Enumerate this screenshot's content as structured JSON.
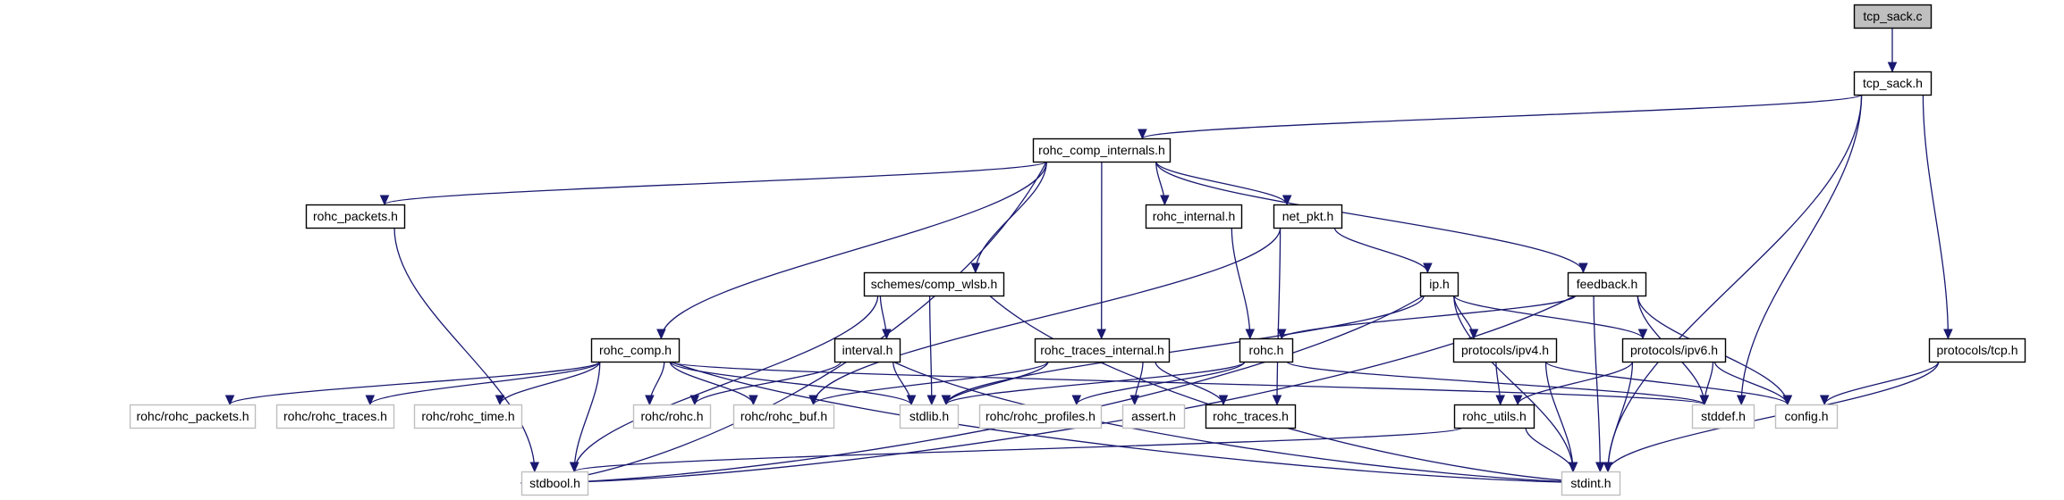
{
  "graph": {
    "title": "Include dependency graph for tcp_sack.c",
    "colors": {
      "edge": "#191970",
      "root_fill": "#bfbfbf",
      "documented_border": "#000000",
      "external_border": "#bfbfbf"
    },
    "nodes": [
      {
        "id": "tcp_sack_c",
        "label": "tcp_sack.c",
        "kind": "root"
      },
      {
        "id": "tcp_sack_h",
        "label": "tcp_sack.h",
        "kind": "documented"
      },
      {
        "id": "rohc_comp_internals_h",
        "label": "rohc_comp_internals.h",
        "kind": "documented"
      },
      {
        "id": "rohc_packets_h",
        "label": "rohc_packets.h",
        "kind": "documented"
      },
      {
        "id": "rohc_internal_h",
        "label": "rohc_internal.h",
        "kind": "documented"
      },
      {
        "id": "net_pkt_h",
        "label": "net_pkt.h",
        "kind": "documented"
      },
      {
        "id": "schemes_comp_wlsb_h",
        "label": "schemes/comp_wlsb.h",
        "kind": "documented"
      },
      {
        "id": "ip_h",
        "label": "ip.h",
        "kind": "documented"
      },
      {
        "id": "feedback_h",
        "label": "feedback.h",
        "kind": "documented"
      },
      {
        "id": "rohc_comp_h",
        "label": "rohc_comp.h",
        "kind": "documented"
      },
      {
        "id": "interval_h",
        "label": "interval.h",
        "kind": "documented"
      },
      {
        "id": "rohc_traces_internal_h",
        "label": "rohc_traces_internal.h",
        "kind": "documented"
      },
      {
        "id": "rohc_h",
        "label": "rohc.h",
        "kind": "documented"
      },
      {
        "id": "protocols_ipv4_h",
        "label": "protocols/ipv4.h",
        "kind": "documented"
      },
      {
        "id": "protocols_ipv6_h",
        "label": "protocols/ipv6.h",
        "kind": "documented"
      },
      {
        "id": "protocols_tcp_h",
        "label": "protocols/tcp.h",
        "kind": "documented"
      },
      {
        "id": "rohc_rohc_packets_h",
        "label": "rohc/rohc_packets.h",
        "kind": "external"
      },
      {
        "id": "rohc_rohc_traces_h",
        "label": "rohc/rohc_traces.h",
        "kind": "external"
      },
      {
        "id": "rohc_rohc_time_h",
        "label": "rohc/rohc_time.h",
        "kind": "external"
      },
      {
        "id": "rohc_rohc_h",
        "label": "rohc/rohc.h",
        "kind": "external"
      },
      {
        "id": "rohc_rohc_buf_h",
        "label": "rohc/rohc_buf.h",
        "kind": "external"
      },
      {
        "id": "stdlib_h",
        "label": "stdlib.h",
        "kind": "external"
      },
      {
        "id": "rohc_rohc_profiles_h",
        "label": "rohc/rohc_profiles.h",
        "kind": "external"
      },
      {
        "id": "assert_h",
        "label": "assert.h",
        "kind": "external"
      },
      {
        "id": "rohc_traces_h",
        "label": "rohc_traces.h",
        "kind": "documented"
      },
      {
        "id": "rohc_utils_h",
        "label": "rohc_utils.h",
        "kind": "documented"
      },
      {
        "id": "stddef_h",
        "label": "stddef.h",
        "kind": "external"
      },
      {
        "id": "config_h",
        "label": "config.h",
        "kind": "external"
      },
      {
        "id": "stdbool_h",
        "label": "stdbool.h",
        "kind": "external"
      },
      {
        "id": "stdint_h",
        "label": "stdint.h",
        "kind": "external"
      }
    ],
    "edges": [
      [
        "tcp_sack_c",
        "tcp_sack_h"
      ],
      [
        "tcp_sack_h",
        "rohc_comp_internals_h"
      ],
      [
        "tcp_sack_h",
        "stddef_h"
      ],
      [
        "tcp_sack_h",
        "protocols_tcp_h"
      ],
      [
        "tcp_sack_h",
        "stdint_h"
      ],
      [
        "rohc_comp_internals_h",
        "stdbool_h"
      ],
      [
        "rohc_comp_internals_h",
        "rohc_packets_h"
      ],
      [
        "rohc_comp_internals_h",
        "rohc_comp_h"
      ],
      [
        "rohc_comp_internals_h",
        "schemes_comp_wlsb_h"
      ],
      [
        "rohc_comp_internals_h",
        "rohc_traces_internal_h"
      ],
      [
        "rohc_comp_internals_h",
        "rohc_internal_h"
      ],
      [
        "rohc_comp_internals_h",
        "net_pkt_h"
      ],
      [
        "rohc_comp_internals_h",
        "feedback_h"
      ],
      [
        "rohc_packets_h",
        "stdbool_h"
      ],
      [
        "rohc_internal_h",
        "rohc_h"
      ],
      [
        "net_pkt_h",
        "rohc_rohc_buf_h"
      ],
      [
        "net_pkt_h",
        "ip_h"
      ],
      [
        "net_pkt_h",
        "rohc_traces_h"
      ],
      [
        "schemes_comp_wlsb_h",
        "stdbool_h"
      ],
      [
        "schemes_comp_wlsb_h",
        "interval_h"
      ],
      [
        "schemes_comp_wlsb_h",
        "stdlib_h"
      ],
      [
        "schemes_comp_wlsb_h",
        "stdint_h"
      ],
      [
        "ip_h",
        "stdlib_h"
      ],
      [
        "ip_h",
        "stdbool_h"
      ],
      [
        "ip_h",
        "protocols_ipv4_h"
      ],
      [
        "ip_h",
        "protocols_ipv6_h"
      ],
      [
        "ip_h",
        "stdint_h"
      ],
      [
        "feedback_h",
        "rohc_h"
      ],
      [
        "feedback_h",
        "stdbool_h"
      ],
      [
        "feedback_h",
        "stddef_h"
      ],
      [
        "feedback_h",
        "config_h"
      ],
      [
        "feedback_h",
        "stdint_h"
      ],
      [
        "rohc_comp_h",
        "rohc_rohc_packets_h"
      ],
      [
        "rohc_comp_h",
        "rohc_rohc_traces_h"
      ],
      [
        "rohc_comp_h",
        "rohc_rohc_time_h"
      ],
      [
        "rohc_comp_h",
        "rohc_rohc_h"
      ],
      [
        "rohc_comp_h",
        "rohc_rohc_buf_h"
      ],
      [
        "rohc_comp_h",
        "stdlib_h"
      ],
      [
        "rohc_comp_h",
        "stdbool_h"
      ],
      [
        "rohc_comp_h",
        "stdint_h"
      ],
      [
        "rohc_comp_h",
        "stddef_h"
      ],
      [
        "interval_h",
        "rohc_rohc_h"
      ],
      [
        "interval_h",
        "stdlib_h"
      ],
      [
        "interval_h",
        "stdint_h"
      ],
      [
        "rohc_traces_internal_h",
        "rohc_rohc_buf_h"
      ],
      [
        "rohc_traces_internal_h",
        "stdlib_h"
      ],
      [
        "rohc_traces_internal_h",
        "assert_h"
      ],
      [
        "rohc_traces_internal_h",
        "rohc_traces_h"
      ],
      [
        "rohc_h",
        "stdlib_h"
      ],
      [
        "rohc_h",
        "rohc_rohc_profiles_h"
      ],
      [
        "rohc_h",
        "stddef_h"
      ],
      [
        "protocols_ipv4_h",
        "rohc_utils_h"
      ],
      [
        "protocols_ipv4_h",
        "stdint_h"
      ],
      [
        "protocols_ipv4_h",
        "config_h"
      ],
      [
        "protocols_ipv6_h",
        "rohc_utils_h"
      ],
      [
        "protocols_ipv6_h",
        "stdint_h"
      ],
      [
        "protocols_ipv6_h",
        "stddef_h"
      ],
      [
        "protocols_ipv6_h",
        "config_h"
      ],
      [
        "protocols_tcp_h",
        "config_h"
      ],
      [
        "protocols_tcp_h",
        "stdint_h"
      ],
      [
        "rohc_utils_h",
        "stdbool_h"
      ],
      [
        "rohc_utils_h",
        "stdint_h"
      ]
    ]
  }
}
